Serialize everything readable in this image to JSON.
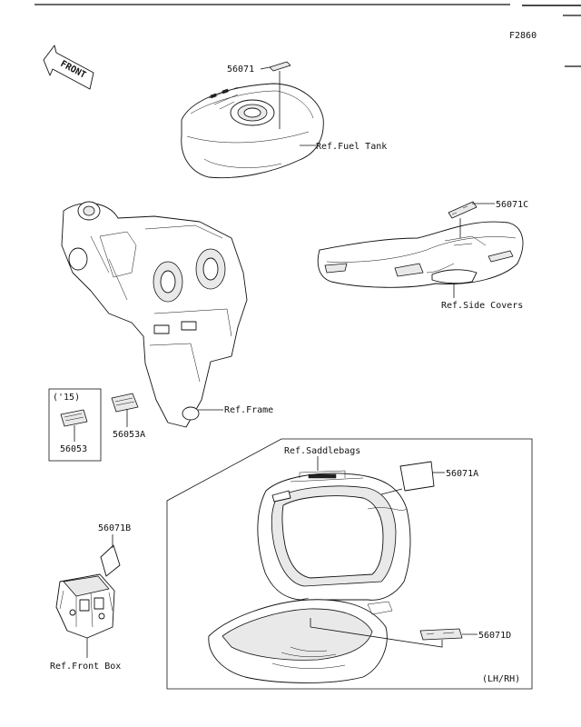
{
  "diagram_code": "F2860",
  "front_label": "FRONT",
  "labels": {
    "p56071": "56071",
    "ref_fuel_tank": "Ref.Fuel Tank",
    "p56071c": "56071C",
    "ref_side_covers": "Ref.Side Covers",
    "ref_frame": "Ref.Frame",
    "year_note": "('15)",
    "p56053": "56053",
    "p56053a": "56053A",
    "ref_saddlebags": "Ref.Saddlebags",
    "p56071a": "56071A",
    "p56071b": "56071B",
    "ref_front_box": "Ref.Front Box",
    "p56071d": "56071D",
    "side_note": "(LH/RH)"
  }
}
